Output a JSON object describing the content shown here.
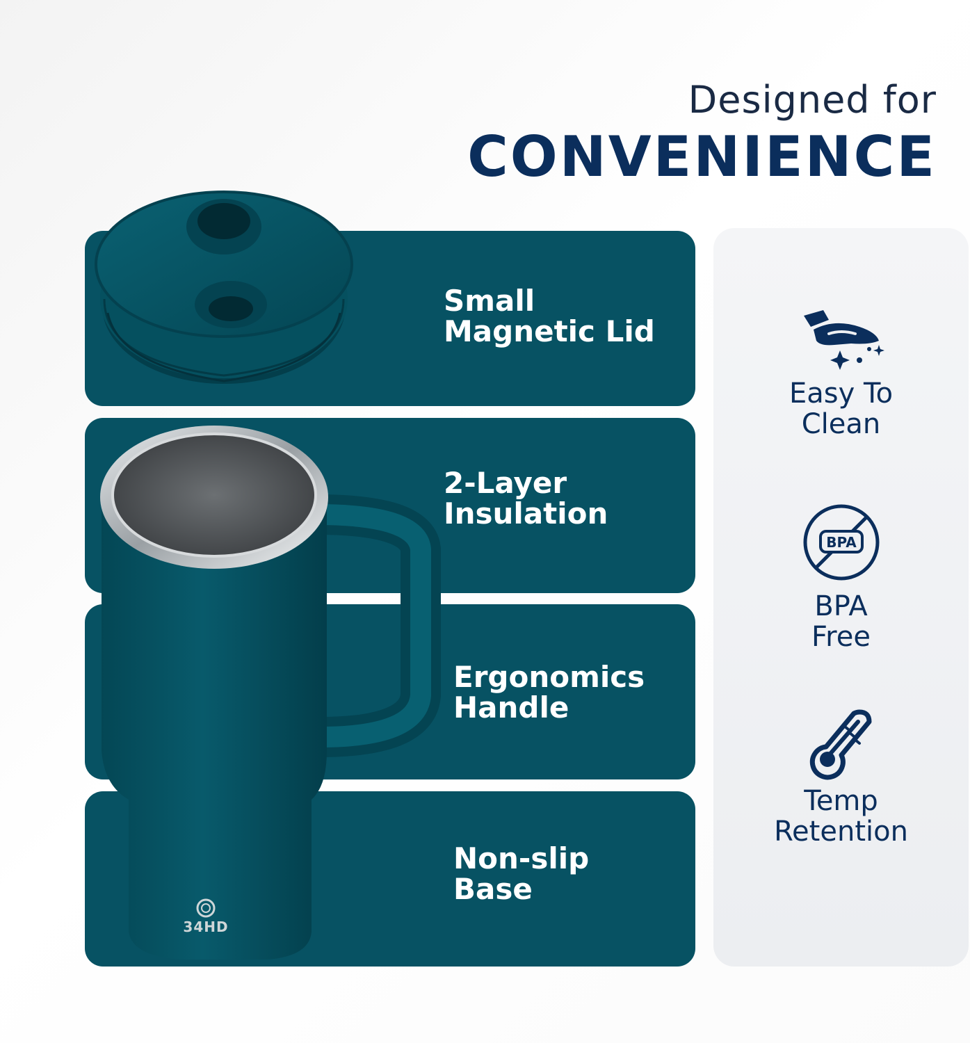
{
  "headline": {
    "sub": "Designed for",
    "main": "CONVENIENCE"
  },
  "panels": [
    {
      "line1": "Small",
      "line2": "Magnetic Lid"
    },
    {
      "line1": "2-Layer",
      "line2": "Insulation"
    },
    {
      "line1": "Ergonomics",
      "line2": "Handle"
    },
    {
      "line1": "Non-slip",
      "line2": "Base"
    }
  ],
  "product": {
    "brand": "34HD",
    "color": "#075263"
  },
  "features": [
    {
      "line1": "Easy To",
      "line2": "Clean",
      "icon": "cleaning-hand-icon"
    },
    {
      "line1": "BPA",
      "line2": "Free",
      "icon": "bpa-free-icon",
      "badge": "BPA"
    },
    {
      "line1": "Temp",
      "line2": "Retention",
      "icon": "thermometer-icon"
    }
  ],
  "colors": {
    "panel": "#075263",
    "navy": "#0b2e5c",
    "card": "#eef0f3"
  }
}
